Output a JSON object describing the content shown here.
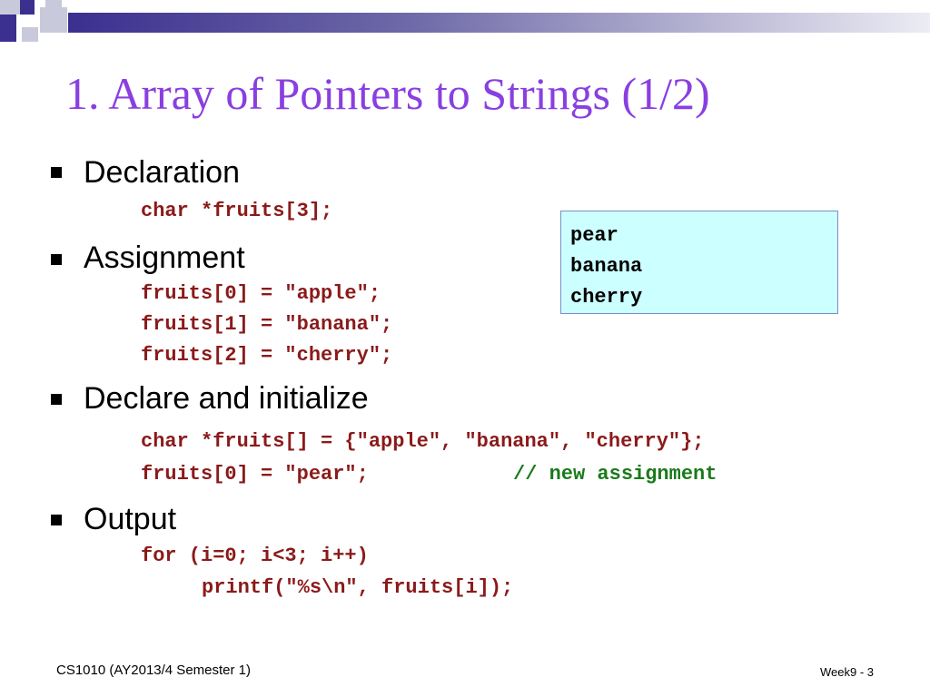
{
  "slide": {
    "title": "1. Array of Pointers to Strings (1/2)",
    "accent_color": "#8a3fe0",
    "code_color": "#8b1a1a",
    "comment_color": "#1a7a1a",
    "output_box_color": "#ccffff"
  },
  "sections": [
    {
      "label": "Declaration",
      "code": [
        "char *fruits[3];"
      ]
    },
    {
      "label": "Assignment",
      "code": [
        "fruits[0] = \"apple\";",
        "fruits[1] = \"banana\";",
        "fruits[2] = \"cherry\";"
      ]
    },
    {
      "label": "Declare and initialize",
      "code": [
        "char *fruits[] = {\"apple\", \"banana\", \"cherry\"};",
        "fruits[0] = \"pear\";"
      ],
      "comment": "// new assignment"
    },
    {
      "label": "Output",
      "code": [
        "for (i=0; i<3; i++)",
        "printf(\"%s\\n\", fruits[i]);"
      ]
    }
  ],
  "output_box": {
    "lines": [
      "pear",
      "banana",
      "cherry"
    ]
  },
  "footer": {
    "course": "CS1010 (AY2013/4 Semester 1)",
    "page": "Week9 - 3"
  }
}
